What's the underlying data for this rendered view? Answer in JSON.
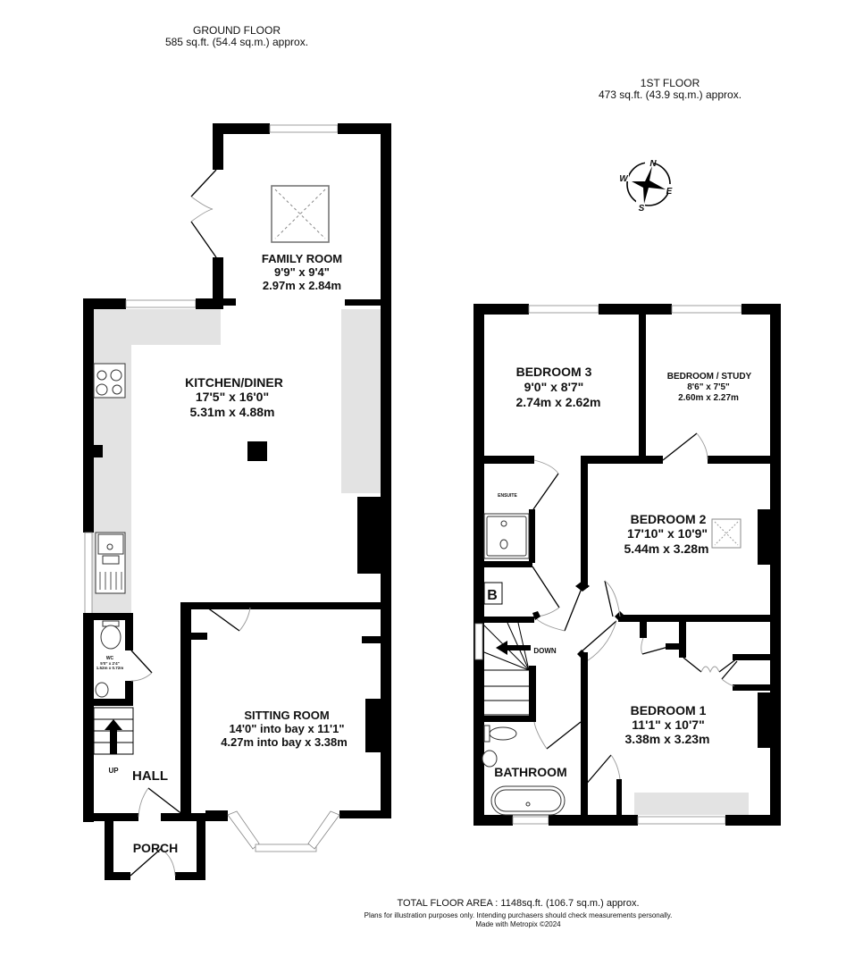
{
  "ground_floor": {
    "title": "GROUND FLOOR",
    "area": "585 sq.ft. (54.4 sq.m.) approx.",
    "rooms": {
      "family_room": {
        "name": "FAMILY ROOM",
        "imperial": "9'9\"  x 9'4\"",
        "metric": "2.97m  x 2.84m"
      },
      "kitchen_diner": {
        "name": "KITCHEN/DINER",
        "imperial": "17'5\"  x 16'0\"",
        "metric": "5.31m  x 4.88m"
      },
      "sitting_room": {
        "name": "SITTING ROOM",
        "imperial": "14'0\" into bay x 11'1\"",
        "metric": "4.27m into bay x 3.38m"
      },
      "wc": {
        "name": "WC",
        "imperial": "5'0\" x 2'4\"",
        "metric": "1.52m x 0.72m"
      },
      "hall": {
        "name": "HALL"
      },
      "porch": {
        "name": "PORCH"
      }
    },
    "stairs_label": "UP"
  },
  "first_floor": {
    "title": "1ST FLOOR",
    "area": "473 sq.ft. (43.9 sq.m.) approx.",
    "rooms": {
      "bedroom_3": {
        "name": "BEDROOM 3",
        "imperial": "9'0\"  x 8'7\"",
        "metric": "2.74m  x 2.62m"
      },
      "bedroom_study": {
        "name": "BEDROOM / STUDY",
        "imperial": "8'6\"  x 7'5\"",
        "metric": "2.60m  x 2.27m"
      },
      "bedroom_2": {
        "name": "BEDROOM 2",
        "imperial": "17'10\"  x 10'9\"",
        "metric": "5.44m  x 3.28m"
      },
      "bedroom_1": {
        "name": "BEDROOM 1",
        "imperial": "11'1\"  x 10'7\"",
        "metric": "3.38m  x 3.23m"
      },
      "ensuite": {
        "name": "ENSUITE"
      },
      "bathroom": {
        "name": "BATHROOM"
      }
    },
    "boiler_label": "B",
    "stairs_label": "DOWN"
  },
  "compass": {
    "n": "N",
    "e": "E",
    "s": "S",
    "w": "W"
  },
  "footer": {
    "total_area": "TOTAL FLOOR AREA : 1148sq.ft. (106.7 sq.m.) approx.",
    "disclaimer": "Plans for illustration purposes only. Intending purchasers should check measurements personally.",
    "credit": "Made with Metropix ©2024"
  }
}
